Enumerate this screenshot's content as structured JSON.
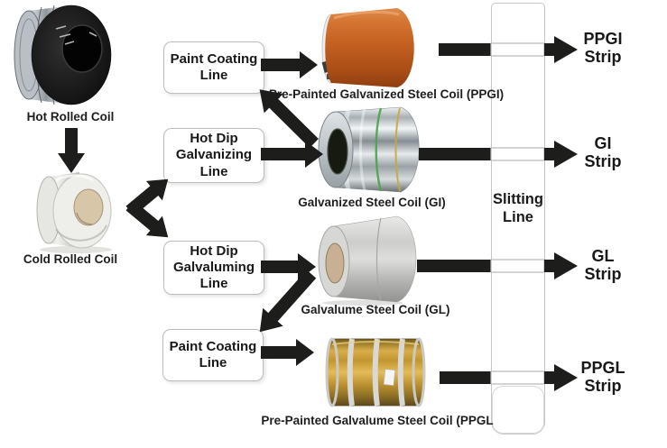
{
  "sources": [
    {
      "name": "hot-rolled-coil",
      "label": "Hot Rolled Coil"
    },
    {
      "name": "cold-rolled-coil",
      "label": "Cold Rolled Coil"
    }
  ],
  "processes": [
    {
      "name": "paint-coating-line-top",
      "label": "Paint Coating\nLine"
    },
    {
      "name": "hot-dip-galvanizing-line",
      "label": "Hot Dip\nGalvanizing\nLine"
    },
    {
      "name": "hot-dip-galvaluming-line",
      "label": "Hot Dip\nGalvaluming\nLine"
    },
    {
      "name": "paint-coating-line-bottom",
      "label": "Paint Coating\nLine"
    }
  ],
  "products": [
    {
      "name": "ppgi-coil",
      "label": "Pre-Painted Galvanized Steel Coil (PPGI)",
      "coil_color": "#c05d1f"
    },
    {
      "name": "gi-coil",
      "label": "Galvanized Steel Coil (GI)",
      "coil_color": "#b9c2c6"
    },
    {
      "name": "gl-coil",
      "label": "Galvalume Steel Coil (GL)",
      "coil_color": "#c6c6c4"
    },
    {
      "name": "ppgl-coil",
      "label": "Pre-Painted Galvalume Steel Coil (PPGL",
      "coil_color": "#c79a35"
    }
  ],
  "slitting_line": {
    "label": "Slitting\nLine"
  },
  "outputs": [
    {
      "name": "ppgi-strip",
      "label": "PPGI\nStrip"
    },
    {
      "name": "gi-strip",
      "label": "GI\nStrip"
    },
    {
      "name": "gl-strip",
      "label": "GL\nStrip"
    },
    {
      "name": "ppgl-strip",
      "label": "PPGL\nStrip"
    }
  ],
  "colors": {
    "background": "#ffffff",
    "arrow": "#1d1d1b",
    "box_fill": "#ffffff",
    "box_border": "#bdbdbd",
    "text": "#1a1a1a"
  }
}
